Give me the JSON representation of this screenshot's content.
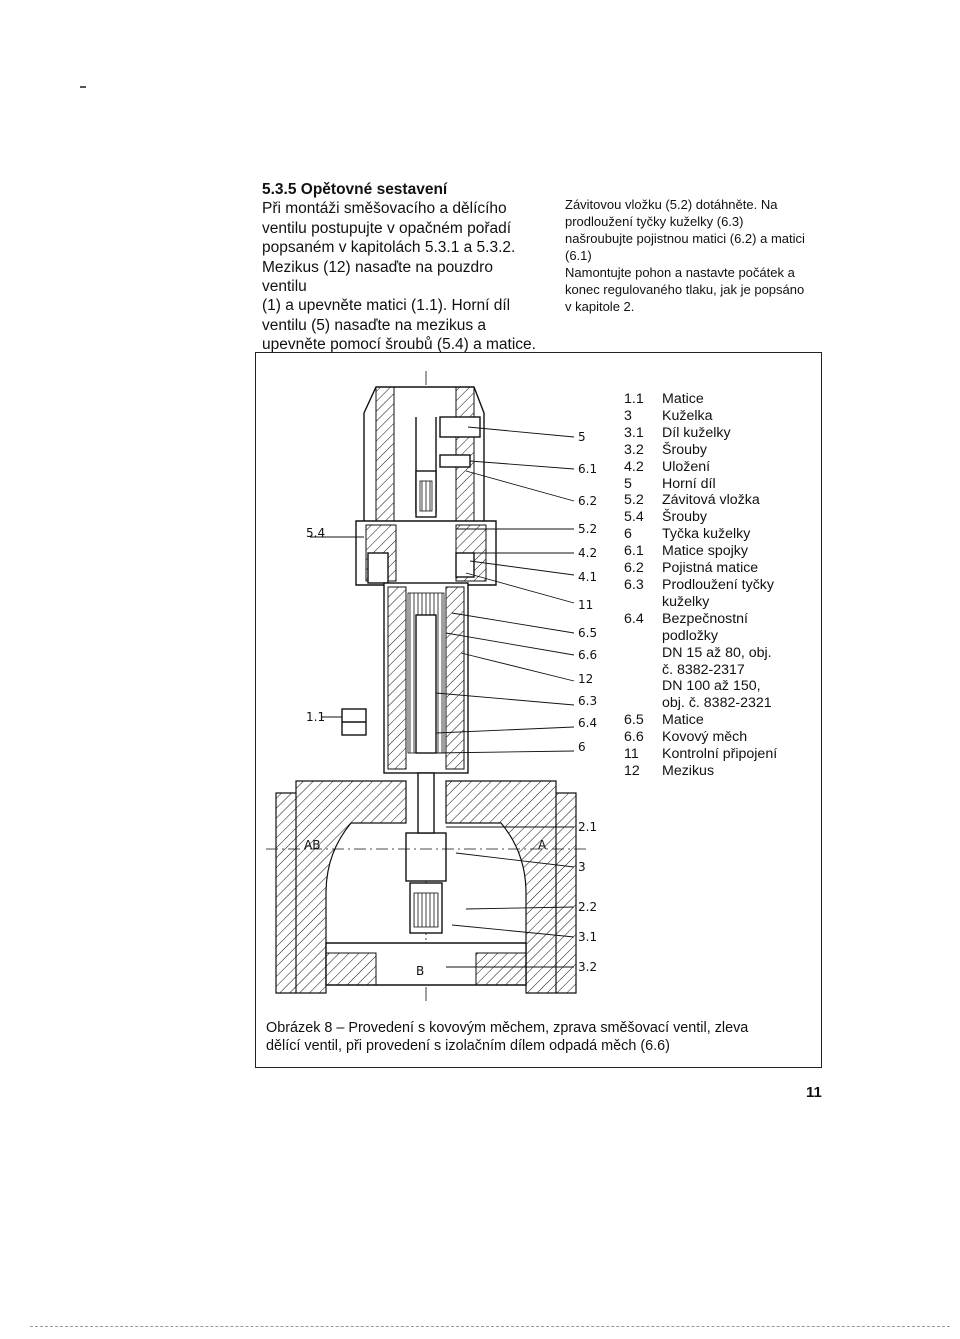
{
  "section": {
    "heading": "5.3.5 Opětovné sestavení",
    "left_lines": [
      "Při montáži směšovacího a dělícího",
      "ventilu postupujte v opačném pořadí",
      "popsaném v kapitolách 5.3.1 a 5.3.2.",
      "Mezikus (12) nasaďte na pouzdro ventilu",
      "(1) a upevněte matici (1.1). Horní díl",
      "ventilu (5) nasaďte na mezikus a",
      "upevněte pomocí šroubů (5.4) a matice."
    ],
    "right_lines": [
      "Závitovou vložku (5.2) dotáhněte. Na",
      "prodloužení tyčky kuželky (6.3)",
      "našroubujte pojistnou matici (6.2) a matici",
      "(6.1)",
      "Namontujte pohon a nastavte počátek a",
      "konec regulovaného tlaku, jak je popsáno",
      "v kapitole 2."
    ]
  },
  "figure": {
    "callouts_left": [
      "5.4",
      "1.1"
    ],
    "callouts_right": [
      "5",
      "6.1",
      "6.2",
      "5.2",
      "4.2",
      "4.1",
      "11",
      "6.5",
      "6.6",
      "12",
      "6.3",
      "6.4",
      "6",
      "2.1",
      "3",
      "2.2",
      "3.1",
      "3.2"
    ],
    "port_labels": [
      "AB",
      "A",
      "B"
    ],
    "legend": [
      {
        "num": "1.1",
        "text": "Matice"
      },
      {
        "num": "3",
        "text": "Kuželka"
      },
      {
        "num": "3.1",
        "text": "Díl kuželky"
      },
      {
        "num": "3.2",
        "text": "Šrouby"
      },
      {
        "num": "4.2",
        "text": "Uložení"
      },
      {
        "num": "5",
        "text": "Horní díl"
      },
      {
        "num": "5.2",
        "text": "Závitová vložka"
      },
      {
        "num": "5.4",
        "text": "Šrouby"
      },
      {
        "num": "6",
        "text": "Tyčka kuželky"
      },
      {
        "num": "6.1",
        "text": "Matice spojky"
      },
      {
        "num": "6.2",
        "text": "Pojistná matice"
      },
      {
        "num": "6.3",
        "text": "Prodloužení tyčky"
      },
      {
        "num": "",
        "text": "kuželky"
      },
      {
        "num": "6.4",
        "text": "Bezpečnostní"
      },
      {
        "num": "",
        "text": "podložky"
      },
      {
        "num": "",
        "text": "DN 15 až 80, obj."
      },
      {
        "num": "",
        "text": "č. 8382-2317"
      },
      {
        "num": "",
        "text": "DN 100 až 150,"
      },
      {
        "num": "",
        "text": "obj. č. 8382-2321"
      },
      {
        "num": "6.5",
        "text": "Matice"
      },
      {
        "num": "6.6",
        "text": "Kovový měch"
      },
      {
        "num": "11",
        "text": "Kontrolní připojení"
      },
      {
        "num": "12",
        "text": "Mezikus"
      }
    ],
    "caption_lines": [
      "Obrázek 8 – Provedení s kovovým měchem, zprava směšovací ventil, zleva",
      "dělící ventil, při provedení s izolačním dílem odpadá měch (6.6)"
    ]
  },
  "page_number": "11"
}
